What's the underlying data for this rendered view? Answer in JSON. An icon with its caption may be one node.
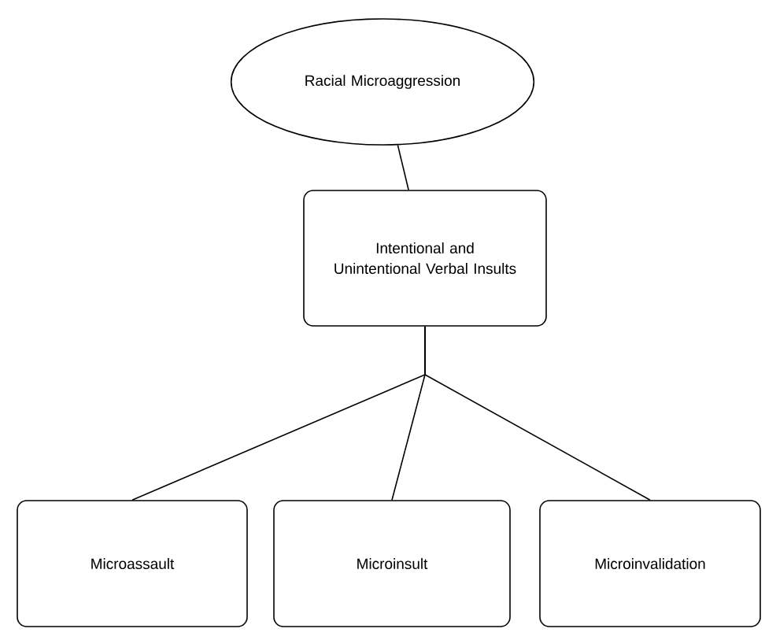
{
  "diagram": {
    "nodes": [
      {
        "text": [
          "Racial Microaggression"
        ]
      },
      {
        "text": [
          "Intentional and Unintentional Verbal Insults"
        ]
      },
      {
        "text": [
          "Microassault"
        ]
      },
      {
        "text": [
          "Microinsult"
        ]
      },
      {
        "text": [
          "Microinvalidation"
        ]
      }
    ],
    "edges": [
      {
        "from": 0,
        "to": 1,
        "arrow": "none"
      },
      {
        "from": 1,
        "to": 2,
        "arrow": "none"
      },
      {
        "from": 1,
        "to": 3,
        "arrow": "none"
      },
      {
        "from": 1,
        "to": 4,
        "arrow": "none"
      }
    ]
  }
}
